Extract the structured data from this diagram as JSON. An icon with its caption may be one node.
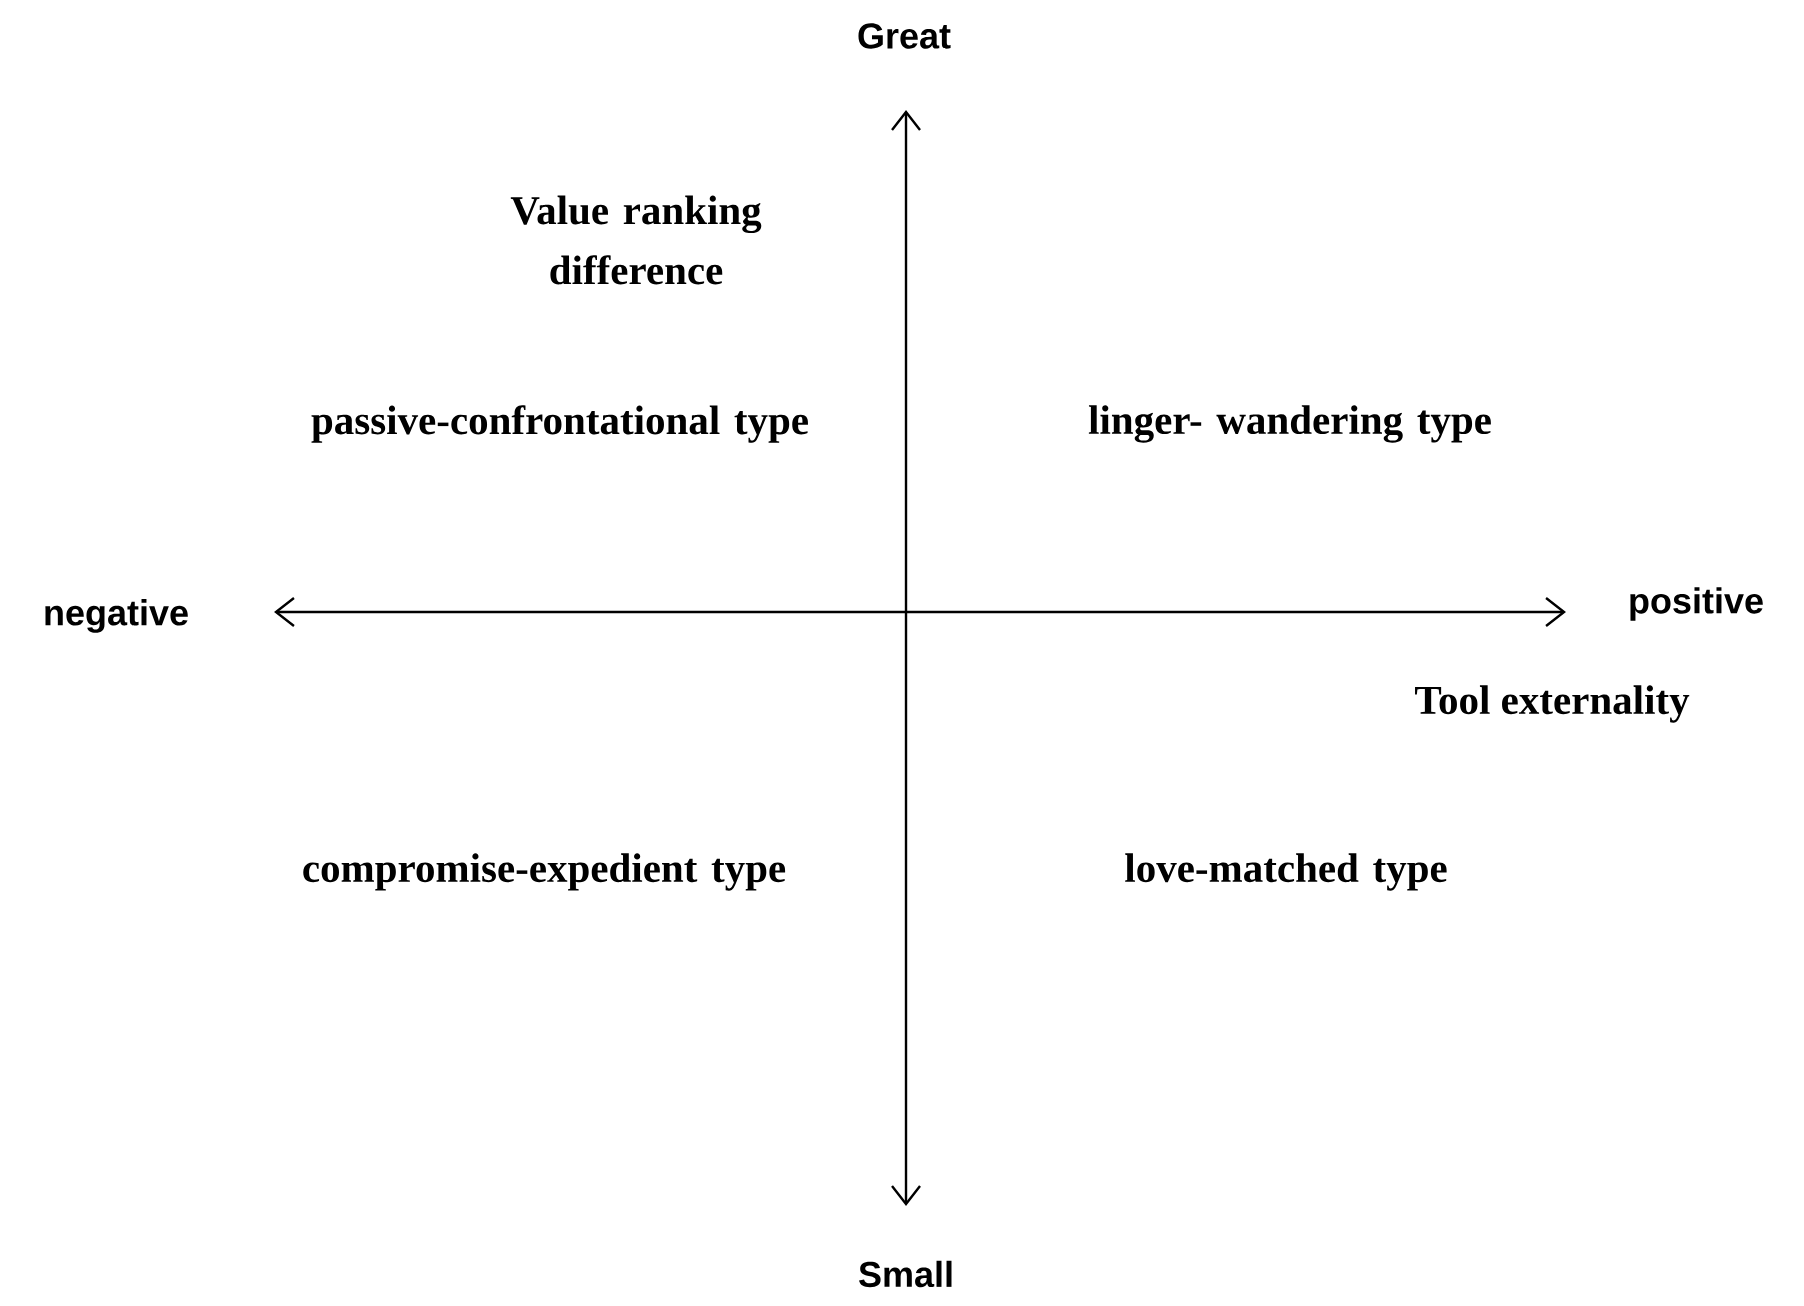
{
  "diagram": {
    "labels": [
      "Great",
      "Value ranking difference",
      "passive-confrontational type",
      "linger- wandering type",
      "negative",
      "positive",
      "Tool externality",
      "compromise-expedient type",
      "love-matched type",
      "Small"
    ]
  }
}
